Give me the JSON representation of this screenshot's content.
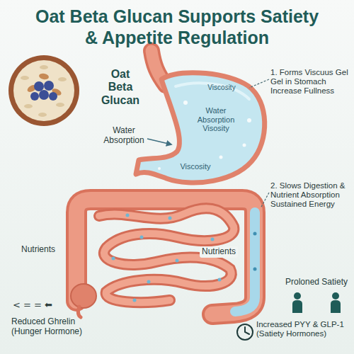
{
  "diagram": {
    "title": "Oat Beta Glucan Supports Satiety & Appetite Regulation",
    "labels": [
      "Oat Beta Glucan",
      "1. Forms Viscuus Gel Gel in Stomach Increase Fullness",
      "Viscosity",
      "Water Absorption",
      "Water Absorption Visosity",
      "Viscosity",
      "2. Slows Digestion & Nutrient Absorption Sustained Energy",
      "Nutrients",
      "Nutrients",
      "Proloned Satiety",
      "< = = ⬅",
      "Reduced Ghrelin (Hunger Hormone)",
      "Increased PYY & GLP-1 (Satiety Hormones)"
    ]
  }
}
